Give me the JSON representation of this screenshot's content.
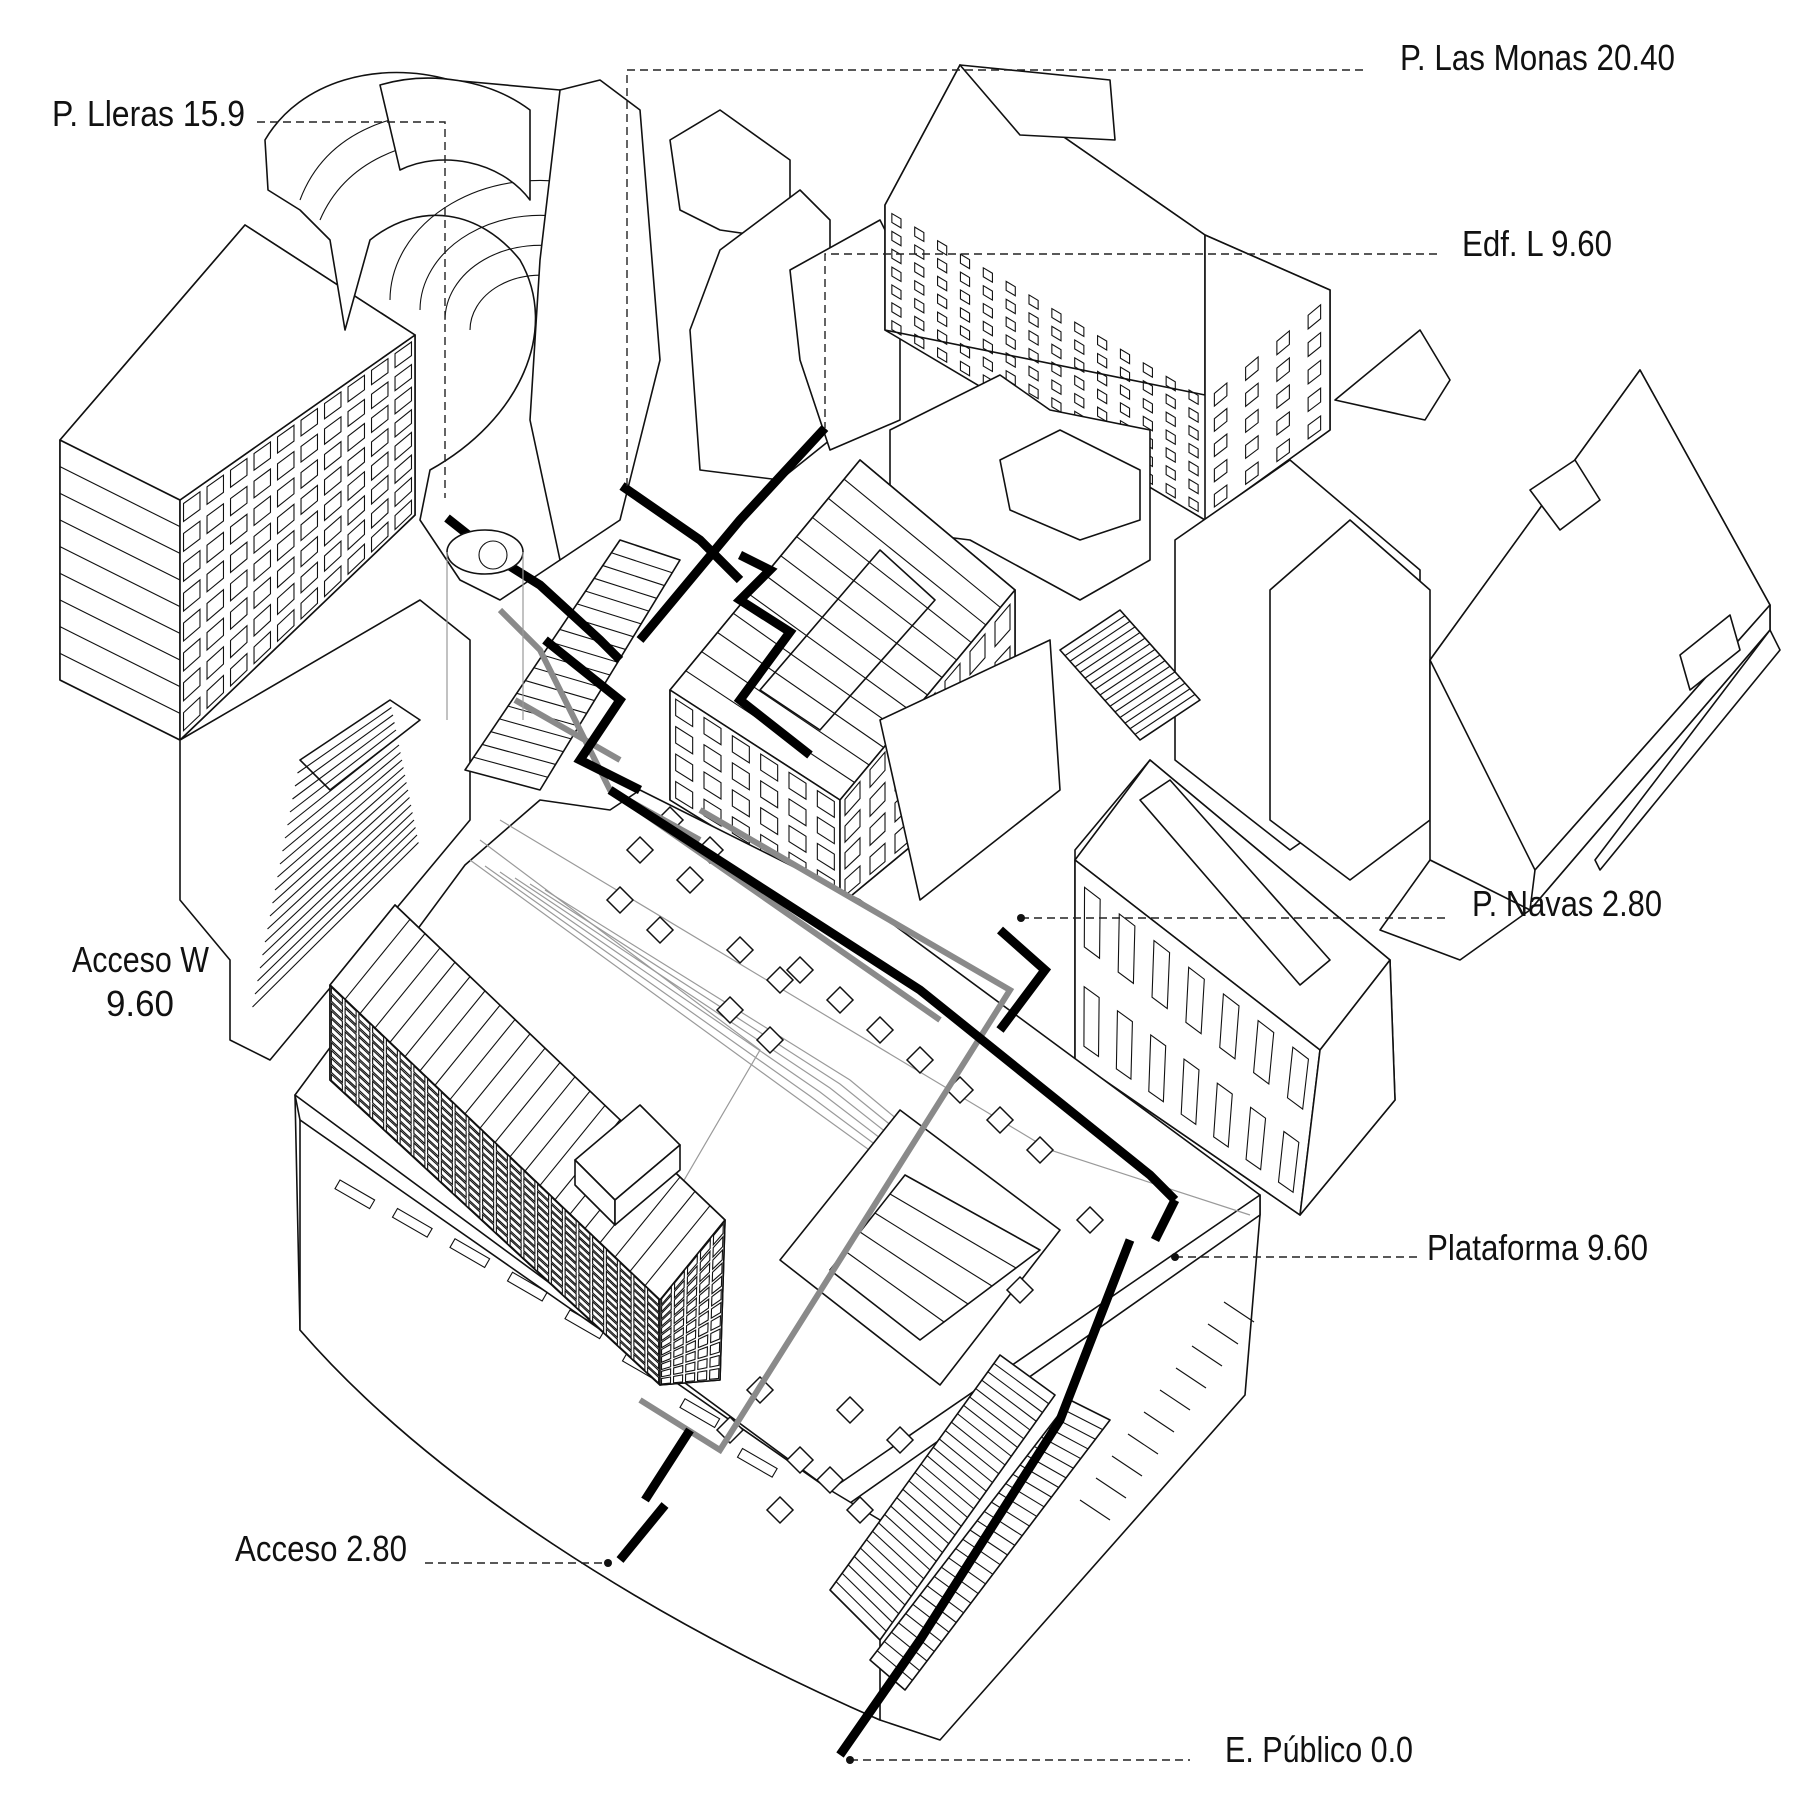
{
  "labels": {
    "lleras": "P. Lleras 15.9",
    "monas": "P. Las Monas 20.40",
    "edf_l": "Edf. L 9.60",
    "navas": "P. Navas 2.80",
    "acceso_w_line1": "Acceso W",
    "acceso_w_line2": "9.60",
    "plataforma": "Plataforma 9.60",
    "acceso": "Acceso 2.80",
    "publico": "E. Público 0.0"
  },
  "colors": {
    "route": "#000000",
    "route_secondary": "#8a8a8a",
    "linework": "#111111",
    "background": "#ffffff"
  }
}
